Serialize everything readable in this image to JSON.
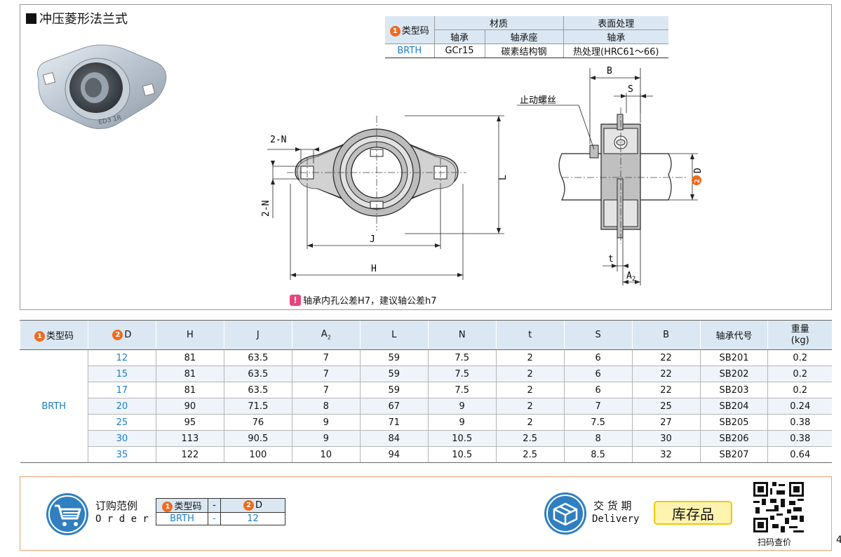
{
  "title": "冲压菱形法兰式",
  "materials": {
    "type_code_num": "1",
    "type_code_label": "类型码",
    "h_material": "材质",
    "h_surface": "表面处理",
    "h_bearing": "轴承",
    "h_housing": "轴承座",
    "h_bearing2": "轴承",
    "model": "BRTH",
    "bearing_material": "GCr15",
    "housing_material": "碳素结构钢",
    "surface": "热处理(HRC61～66)"
  },
  "drawing": {
    "label_B": "B",
    "label_S": "S",
    "label_set_screw": "止动螺丝",
    "label_2N_top": "2-N",
    "label_2N_side": "2-N",
    "label_L": "L",
    "label_J": "J",
    "label_H": "H",
    "label_t": "t",
    "label_A2": "A",
    "label_A2_sub": "2",
    "label_D_num": "2",
    "label_D": "D"
  },
  "note": {
    "icon": "!",
    "text": "轴承内孔公差H7，建议轴公差h7"
  },
  "spec_table": {
    "headers": {
      "type_num": "1",
      "type_label": "类型码",
      "d_num": "2",
      "d_label": "D",
      "H": "H",
      "J": "J",
      "A": "A",
      "A_sub": "2",
      "L": "L",
      "N": "N",
      "t": "t",
      "S": "S",
      "B": "B",
      "bearing_no": "轴承代号",
      "weight": "重量",
      "weight_unit": "(kg)"
    },
    "model": "BRTH",
    "rows": [
      {
        "D": "12",
        "H": "81",
        "J": "63.5",
        "A2": "7",
        "L": "59",
        "N": "7.5",
        "t": "2",
        "S": "6",
        "B": "22",
        "bearing": "SB201",
        "weight": "0.2"
      },
      {
        "D": "15",
        "H": "81",
        "J": "63.5",
        "A2": "7",
        "L": "59",
        "N": "7.5",
        "t": "2",
        "S": "6",
        "B": "22",
        "bearing": "SB202",
        "weight": "0.2"
      },
      {
        "D": "17",
        "H": "81",
        "J": "63.5",
        "A2": "7",
        "L": "59",
        "N": "7.5",
        "t": "2",
        "S": "6",
        "B": "22",
        "bearing": "SB203",
        "weight": "0.2"
      },
      {
        "D": "20",
        "H": "90",
        "J": "71.5",
        "A2": "8",
        "L": "67",
        "N": "9",
        "t": "2",
        "S": "7",
        "B": "25",
        "bearing": "SB204",
        "weight": "0.24"
      },
      {
        "D": "25",
        "H": "95",
        "J": "76",
        "A2": "9",
        "L": "71",
        "N": "9",
        "t": "2",
        "S": "7.5",
        "B": "27",
        "bearing": "SB205",
        "weight": "0.38"
      },
      {
        "D": "30",
        "H": "113",
        "J": "90.5",
        "A2": "9",
        "L": "84",
        "N": "10.5",
        "t": "2.5",
        "S": "8",
        "B": "30",
        "bearing": "SB206",
        "weight": "0.38"
      },
      {
        "D": "35",
        "H": "122",
        "J": "100",
        "A2": "10",
        "L": "94",
        "N": "10.5",
        "t": "2.5",
        "S": "8.5",
        "B": "32",
        "bearing": "SB207",
        "weight": "0.64"
      }
    ]
  },
  "order": {
    "title_cn": "订购范例",
    "title_en": "O r d e r",
    "type_num": "1",
    "type_label": "类型码",
    "dash": "-",
    "d_num": "2",
    "d_label": "D",
    "ex_model": "BRTH",
    "ex_d": "12"
  },
  "delivery": {
    "title_cn": "交 货 期",
    "title_en": "Delivery",
    "badge": "库存品"
  },
  "qr_label": "扫码查价",
  "page_edge": "4"
}
